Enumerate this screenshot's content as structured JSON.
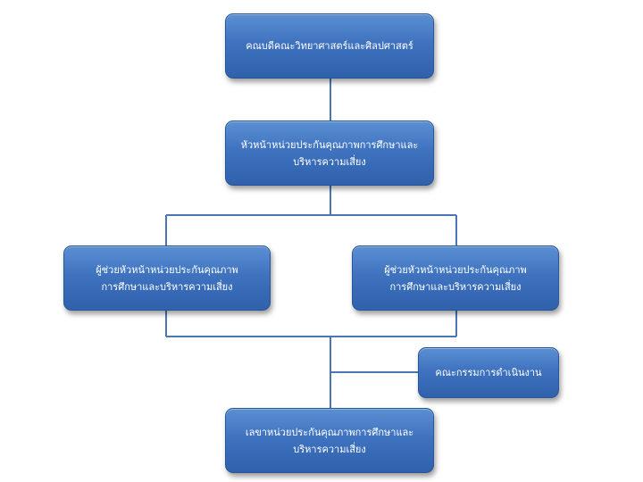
{
  "org_chart": {
    "dean": {
      "label": "คณบดีคณะวิทยาศาสตร์และศิลปศาสตร์"
    },
    "head": {
      "line1": "หัวหน้าหน่วยประกันคุณภาพการศึกษาและ",
      "line2": "บริหารความเสี่ยง"
    },
    "assistant_left": {
      "line1": "ผู้ช่วยหัวหน้าหน่วยประกันคุณภาพ",
      "line2": "การศึกษาและบริหารความเสี่ยง"
    },
    "assistant_right": {
      "line1": "ผู้ช่วยหัวหน้าหน่วยประกันคุณภาพ",
      "line2": "การศึกษาและบริหารความเสี่ยง"
    },
    "committee": {
      "label": "คณะกรรมการดำเนินงาน"
    },
    "secretary": {
      "line1": "เลขาหน่วยประกันคุณภาพการศึกษาและ",
      "line2": "บริหารความเสี่ยง"
    }
  },
  "colors": {
    "box_fill": "#3f73bf",
    "box_border": "#2a5596",
    "connector": "#4a76b8",
    "text": "#ffffff"
  }
}
